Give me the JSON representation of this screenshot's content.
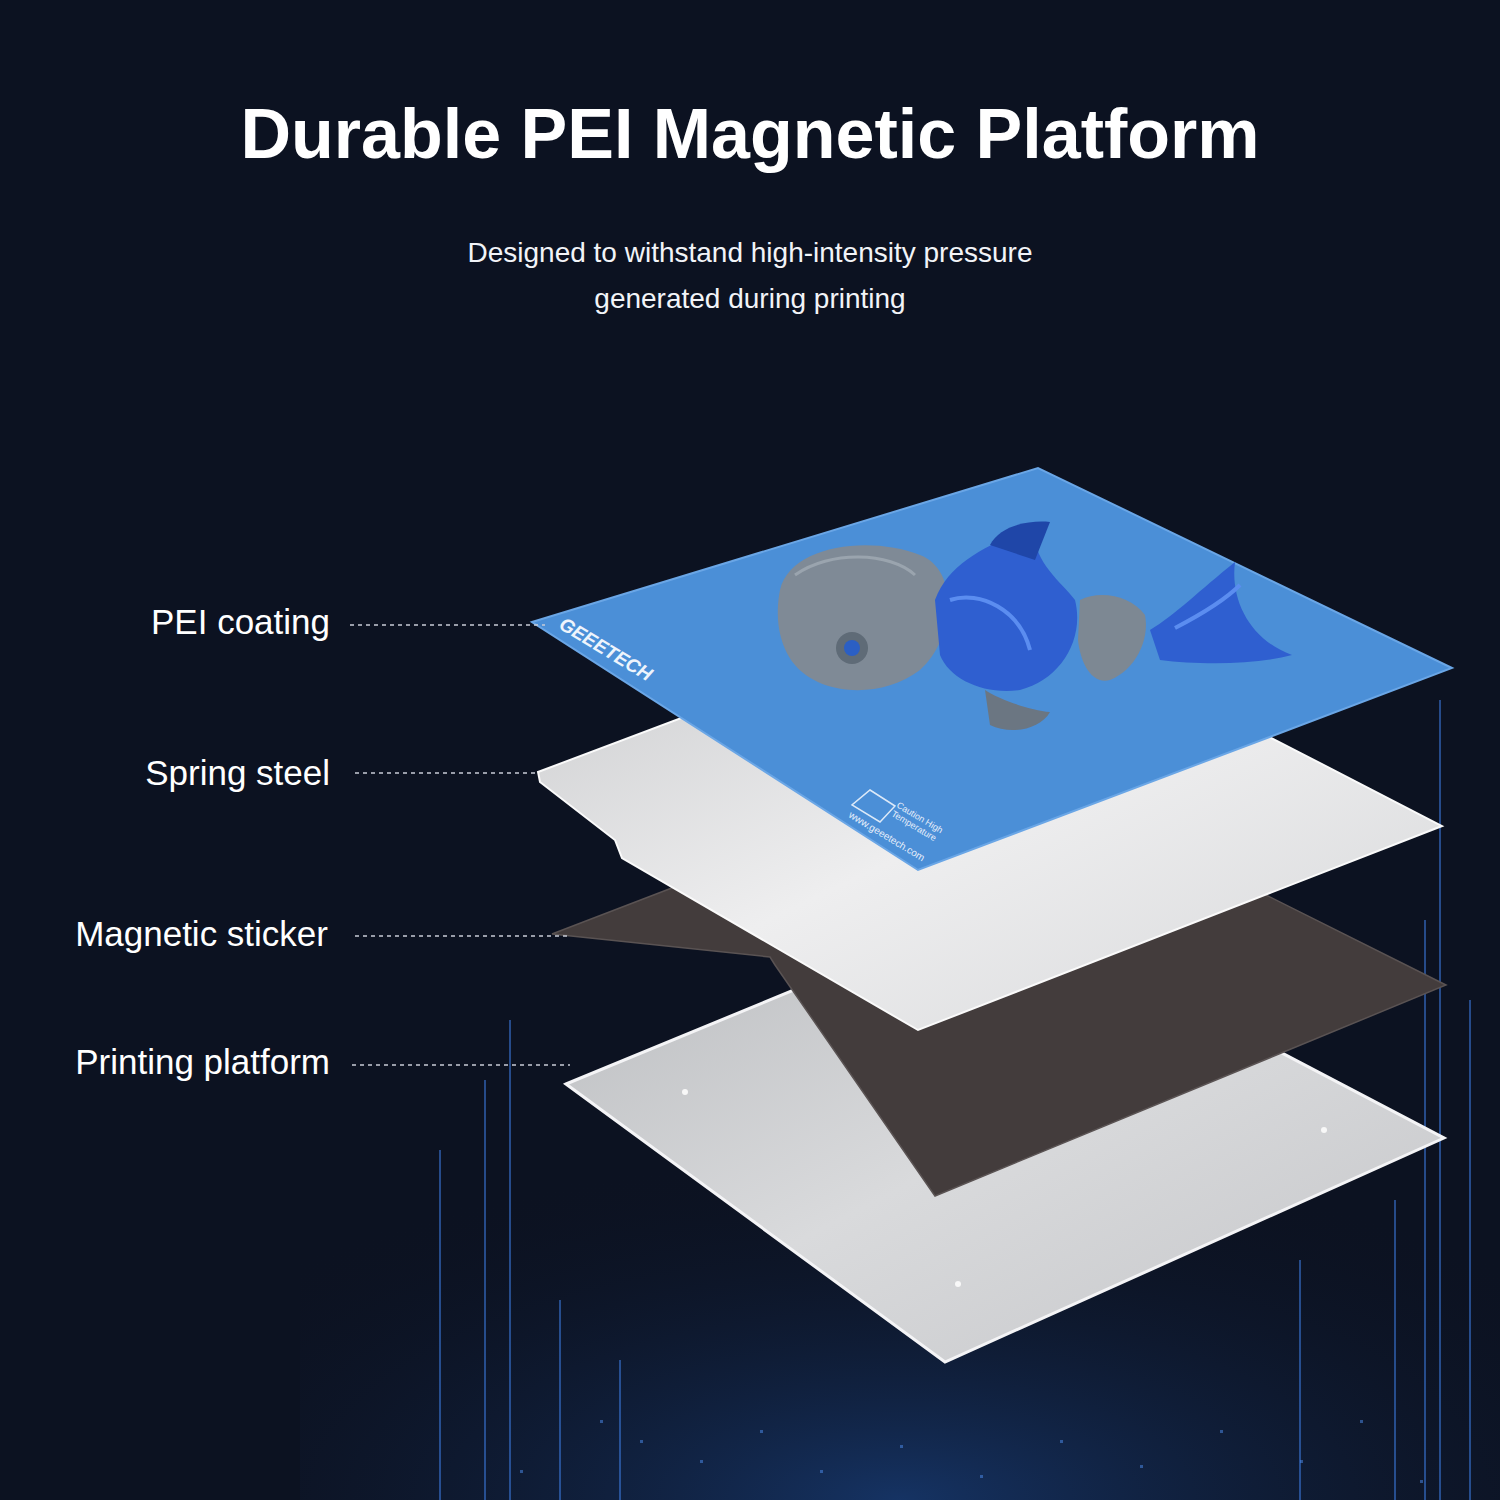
{
  "diagram": {
    "title": "Durable PEI Magnetic Platform",
    "caption": "Designed to withstand high-intensity pressure generated during printing",
    "labels": [
      "PEI coating",
      "Spring steel",
      "Magnetic sticker",
      "Printing platform",
      "GEEETECH",
      "Caution High Temperature",
      "www.geeetech.com"
    ]
  }
}
